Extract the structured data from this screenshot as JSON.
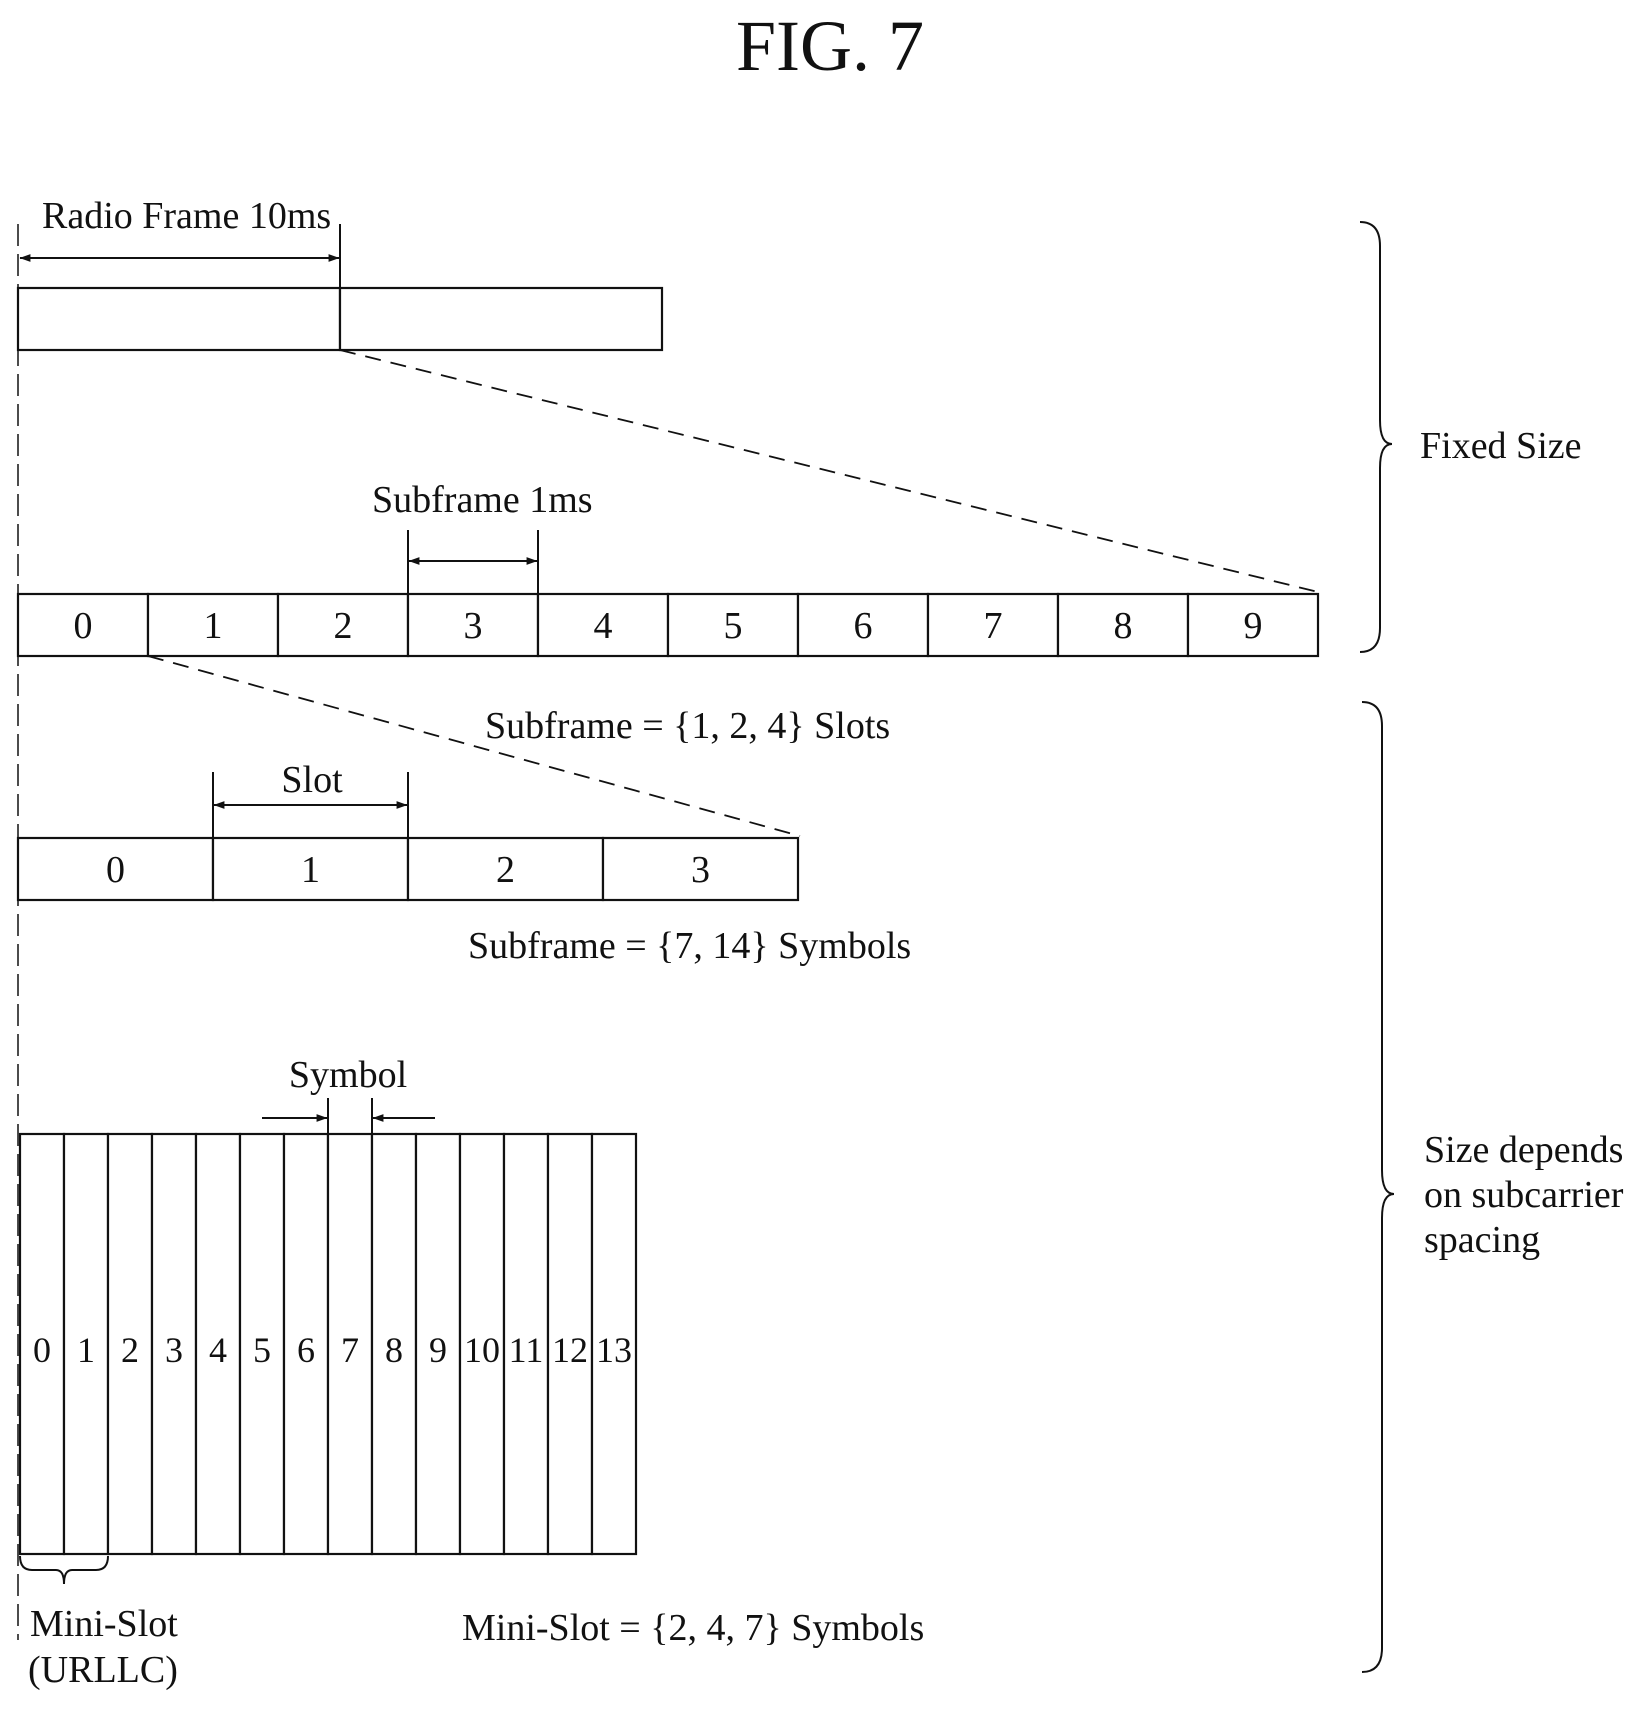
{
  "figure": {
    "title": "FIG. 7"
  },
  "labels": {
    "radio_frame": "Radio Frame 10ms",
    "subframe": "Subframe 1ms",
    "subframe_slots": "Subframe = {1, 2, 4} Slots",
    "slot": "Slot",
    "subframe_symbols": "Subframe = {7, 14} Symbols",
    "symbol": "Symbol",
    "mini_slot_line1": "Mini-Slot",
    "mini_slot_line2": "(URLLC)",
    "mini_slot_symbols": "Mini-Slot = {2, 4, 7} Symbols",
    "fixed_size": "Fixed Size",
    "size_depends_line1": "Size depends",
    "size_depends_line2": "on subcarrier",
    "size_depends_line3": "spacing"
  },
  "subframes": [
    "0",
    "1",
    "2",
    "3",
    "4",
    "5",
    "6",
    "7",
    "8",
    "9"
  ],
  "slots": [
    "0",
    "1",
    "2",
    "3"
  ],
  "symbols": [
    "0",
    "1",
    "2",
    "3",
    "4",
    "5",
    "6",
    "7",
    "8",
    "9",
    "10",
    "11",
    "12",
    "13"
  ]
}
